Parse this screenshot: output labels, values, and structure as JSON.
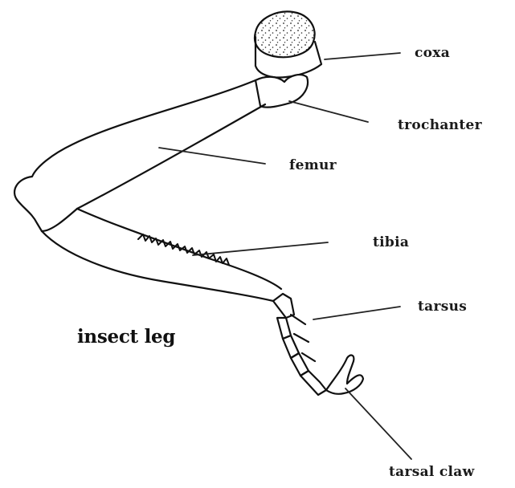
{
  "title": "insect leg",
  "labels": {
    "coxa": "coxa",
    "trochanter": "trochanter",
    "femur": "femur",
    "tibia": "tibia",
    "tarsus": "tarsus",
    "tarsal_claw": "tarsal  claw"
  }
}
